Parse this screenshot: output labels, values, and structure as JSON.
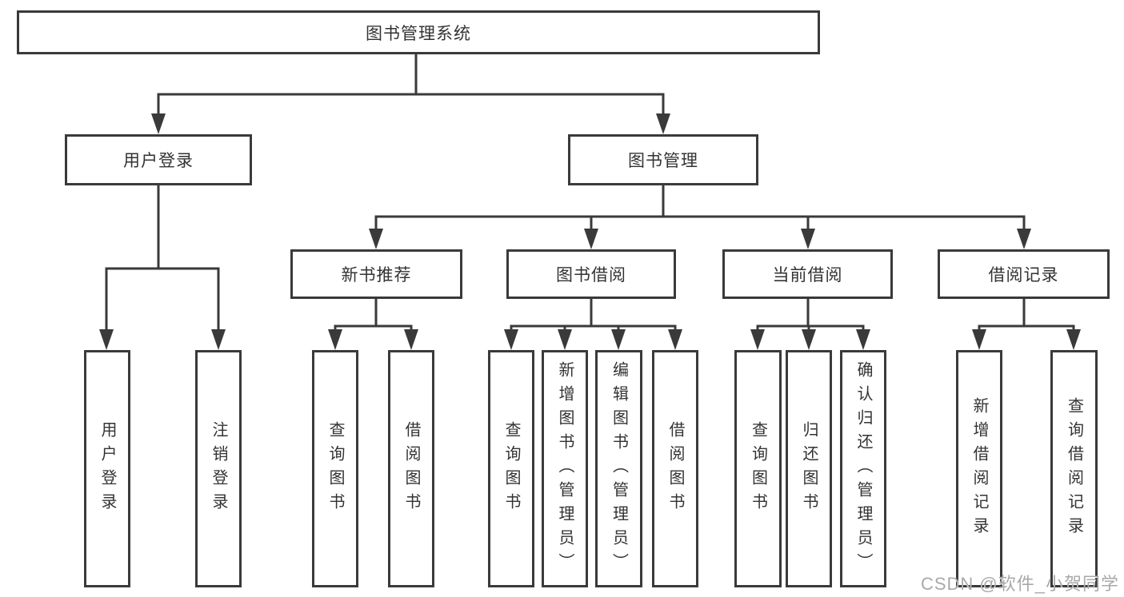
{
  "tree": {
    "root": {
      "label": "图书管理系统"
    },
    "children": [
      {
        "label": "用户登录",
        "children": [
          {
            "label": "用户登录"
          },
          {
            "label": "注销登录"
          }
        ]
      },
      {
        "label": "图书管理",
        "children": [
          {
            "label": "新书推荐",
            "children": [
              {
                "label": "查询图书"
              },
              {
                "label": "借阅图书"
              }
            ]
          },
          {
            "label": "图书借阅",
            "children": [
              {
                "label": "查询图书"
              },
              {
                "label": "新增图书（管理员）"
              },
              {
                "label": "编辑图书（管理员）"
              },
              {
                "label": "借阅图书"
              }
            ]
          },
          {
            "label": "当前借阅",
            "children": [
              {
                "label": "查询图书"
              },
              {
                "label": "归还图书"
              },
              {
                "label": "确认归还（管理员）"
              }
            ]
          },
          {
            "label": "借阅记录",
            "children": [
              {
                "label": "新增借阅记录"
              },
              {
                "label": "查询借阅记录"
              }
            ]
          }
        ]
      }
    ]
  },
  "watermark": {
    "text": "CSDN @软件_小贺同学"
  },
  "colors": {
    "line": "#3a3a3a",
    "box_border": "#3a3a3a",
    "box_fill": "#ffffff",
    "text": "#333333",
    "watermark": "#a9a9a9",
    "background": "#ffffff"
  }
}
